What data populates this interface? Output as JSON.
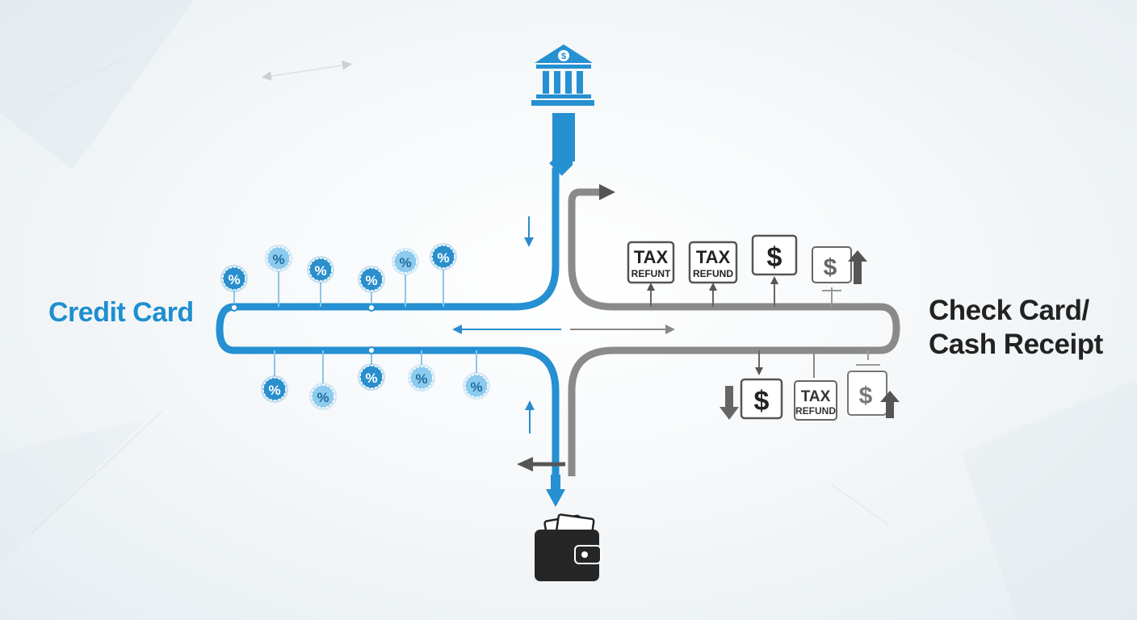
{
  "labels": {
    "credit_card": "Credit Card",
    "check_card_line1": "Check Card/",
    "check_card_line2": "Cash Receipt"
  },
  "badges": {
    "percent": "%",
    "tax": "TAX",
    "refund": "REFUND",
    "refund_variant": "REFUNT",
    "dollar": "$"
  },
  "icons": [
    "bank-icon",
    "wallet-icon",
    "percent-badge-icon",
    "tax-refund-icon",
    "dollar-icon",
    "arrow-up-icon",
    "arrow-down-icon"
  ],
  "colors": {
    "credit_blue": "#2590d2",
    "check_gray": "#8a8a8a",
    "dark": "#222222"
  }
}
